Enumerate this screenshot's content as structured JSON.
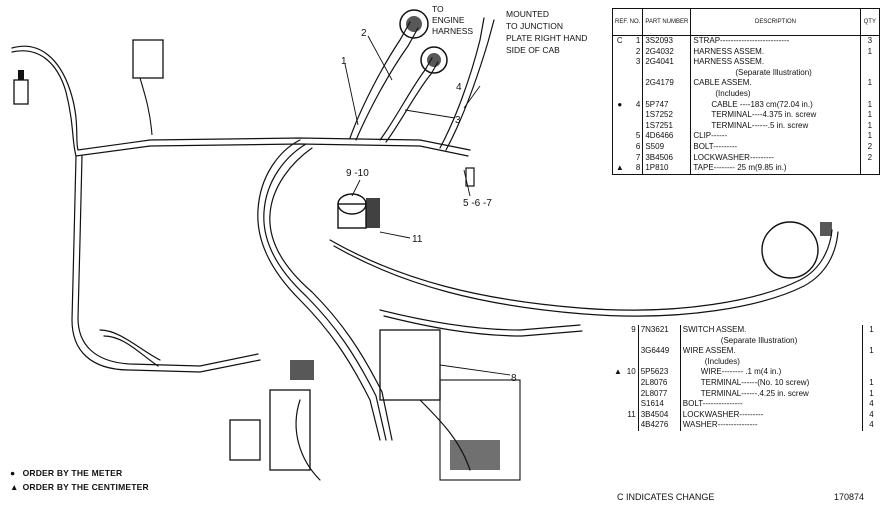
{
  "callouts": {
    "to_engine_harness": [
      "TO",
      "ENGINE",
      "HARNESS"
    ],
    "mounted": [
      "MOUNTED",
      "TO JUNCTION",
      "PLATE RIGHT HAND",
      "SIDE OF CAB"
    ],
    "n1": "1",
    "n2": "2",
    "n3": "3",
    "n4": "4",
    "n567": "5 -6 -7",
    "n910": "9 -10",
    "n11": "11",
    "n8": "8"
  },
  "parts_table_top": {
    "headers": {
      "ref": "REF. NO.",
      "part": "PART NUMBER",
      "desc": "DESCRIPTION",
      "qty": "QTY"
    },
    "rows": [
      {
        "mark": "C",
        "ref": "1",
        "part": "3S2093",
        "desc": "STRAP--------------------------",
        "qty": "3"
      },
      {
        "mark": "",
        "ref": "2",
        "part": "2G4032",
        "desc": "HARNESS ASSEM.",
        "qty": "1"
      },
      {
        "mark": "",
        "ref": "3",
        "part": "2G4041",
        "desc": "HARNESS ASSEM.",
        "qty": ""
      },
      {
        "mark": "",
        "ref": "",
        "part": "",
        "desc": "(Separate Illustration)",
        "qty": ""
      },
      {
        "mark": "",
        "ref": "",
        "part": "2G4179",
        "desc": "CABLE ASSEM.",
        "qty": "1"
      },
      {
        "mark": "",
        "ref": "",
        "part": "",
        "desc": "(Includes)",
        "qty": ""
      },
      {
        "mark": "●",
        "ref": "4",
        "part": "5P747",
        "desc": "CABLE ----183 cm(72.04 in.)",
        "qty": "1"
      },
      {
        "mark": "",
        "ref": "",
        "part": "1S7252",
        "desc": "TERMINAL----4.375 in. screw",
        "qty": "1"
      },
      {
        "mark": "",
        "ref": "",
        "part": "1S7251",
        "desc": "TERMINAL------.5 in. screw",
        "qty": "1"
      },
      {
        "mark": "",
        "ref": "5",
        "part": "4D6466",
        "desc": "CLIP------",
        "qty": "1"
      },
      {
        "mark": "",
        "ref": "6",
        "part": "S509",
        "desc": "BOLT---------",
        "qty": "2"
      },
      {
        "mark": "",
        "ref": "7",
        "part": "3B4506",
        "desc": "LOCKWASHER---------",
        "qty": "2"
      },
      {
        "mark": "▲",
        "ref": "8",
        "part": "1P810",
        "desc": "TAPE-------- 25 m(9.85 in.)",
        "qty": ""
      }
    ]
  },
  "parts_table_bottom": {
    "rows": [
      {
        "mark": "",
        "ref": "9",
        "part": "7N3621",
        "desc": "SWITCH ASSEM.",
        "qty": "1"
      },
      {
        "mark": "",
        "ref": "",
        "part": "",
        "desc": "(Separate Illustration)",
        "qty": ""
      },
      {
        "mark": "",
        "ref": "",
        "part": "3G6449",
        "desc": "WIRE ASSEM.",
        "qty": "1"
      },
      {
        "mark": "",
        "ref": "",
        "part": "",
        "desc": "(Includes)",
        "qty": ""
      },
      {
        "mark": "▲",
        "ref": "10",
        "part": "5P5623",
        "desc": "WIRE-------- .1 m(4 in.)",
        "qty": ""
      },
      {
        "mark": "",
        "ref": "",
        "part": "2L8076",
        "desc": "TERMINAL------(No. 10 screw)",
        "qty": "1"
      },
      {
        "mark": "",
        "ref": "",
        "part": "2L8077",
        "desc": "TERMINAL------.4.25 in. screw",
        "qty": "1"
      },
      {
        "mark": "",
        "ref": "",
        "part": "S1614",
        "desc": "BOLT---------------",
        "qty": "4"
      },
      {
        "mark": "",
        "ref": "11",
        "part": "3B4504",
        "desc": "LOCKWASHER---------",
        "qty": "4"
      },
      {
        "mark": "",
        "ref": "",
        "part": "4B4276",
        "desc": "WASHER---------------",
        "qty": "4"
      }
    ]
  },
  "legend": {
    "meter": "ORDER BY THE METER",
    "centimeter": "ORDER BY THE CENTIMETER",
    "meter_symbol": "●",
    "centimeter_symbol": "▲"
  },
  "footer": {
    "change_note": "C INDICATES CHANGE",
    "illustration_number": "170874"
  }
}
